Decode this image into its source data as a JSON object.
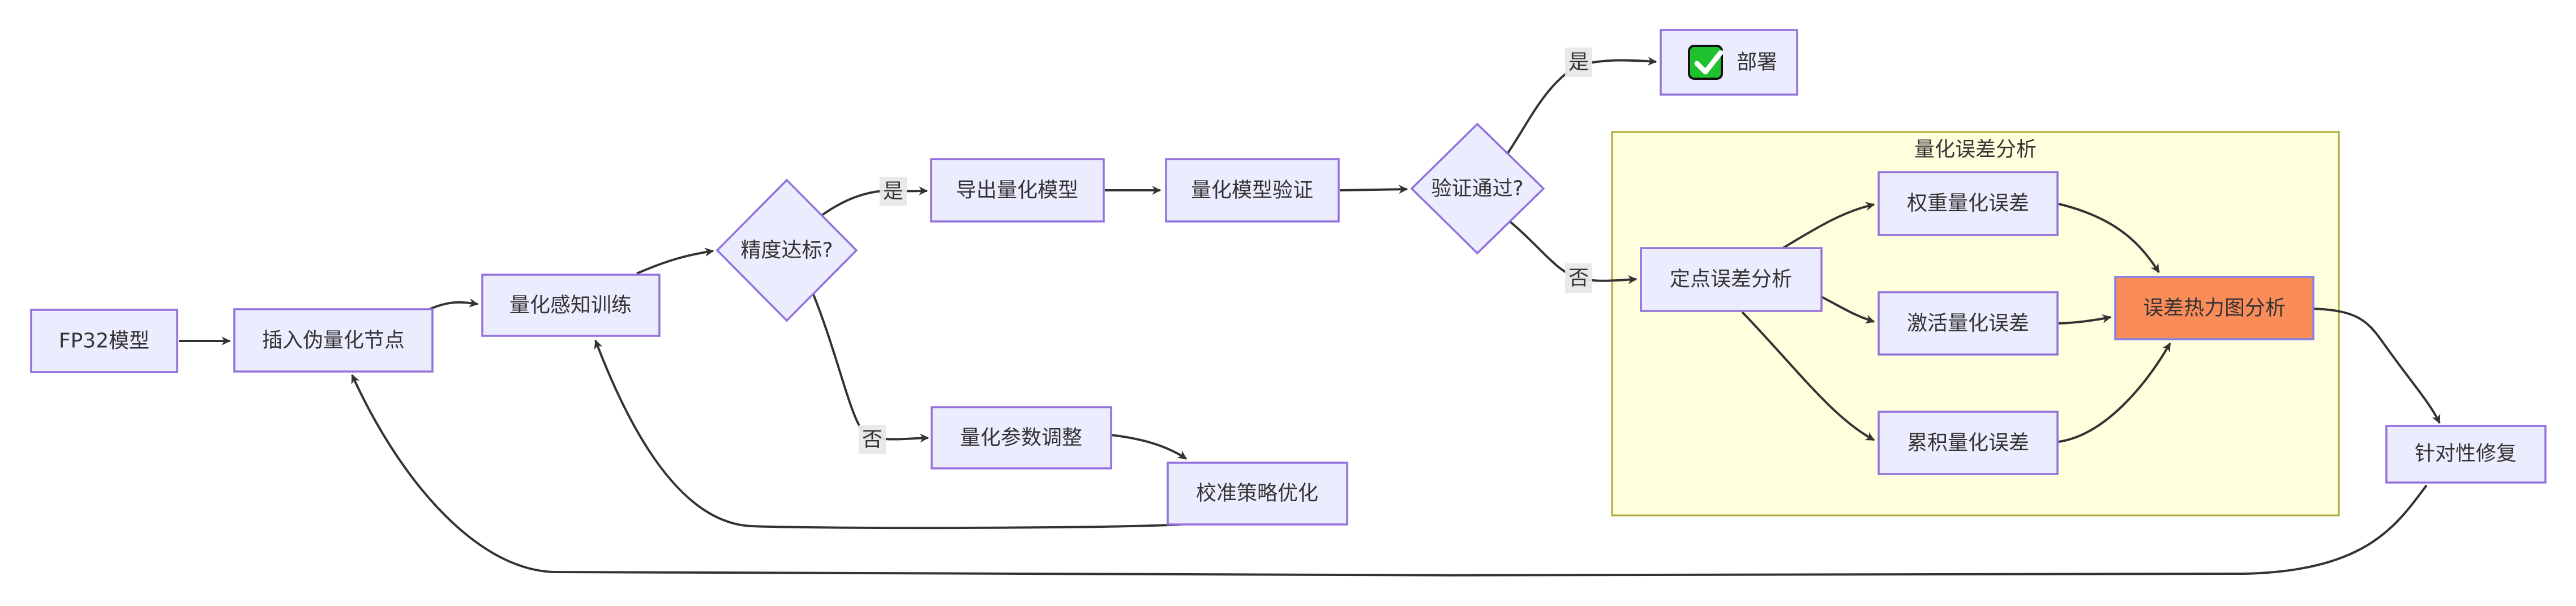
{
  "diagram": {
    "type": "flowchart",
    "direction": "left-to-right",
    "nodes": {
      "fp32": {
        "label": "FP32模型",
        "shape": "rect"
      },
      "insert_fake_quant": {
        "label": "插入伪量化节点",
        "shape": "rect"
      },
      "qat": {
        "label": "量化感知训练",
        "shape": "rect"
      },
      "accuracy_check": {
        "label": "精度达标?",
        "shape": "diamond"
      },
      "export_model": {
        "label": "导出量化模型",
        "shape": "rect"
      },
      "validate_model": {
        "label": "量化模型验证",
        "shape": "rect"
      },
      "validation_check": {
        "label": "验证通过?",
        "shape": "diamond"
      },
      "deploy": {
        "label": "部署",
        "icon": "white-check-mark-emoji",
        "shape": "rect"
      },
      "param_adjust": {
        "label": "量化参数调整",
        "shape": "rect"
      },
      "calib_opt": {
        "label": "校准策略优化",
        "shape": "rect"
      },
      "fixed_point_analysis": {
        "label": "定点误差分析",
        "shape": "rect"
      },
      "weight_error": {
        "label": "权重量化误差",
        "shape": "rect"
      },
      "activation_error": {
        "label": "激活量化误差",
        "shape": "rect"
      },
      "accumulated_error": {
        "label": "累积量化误差",
        "shape": "rect"
      },
      "heatmap_analysis": {
        "label": "误差热力图分析",
        "shape": "rect",
        "highlighted": true
      },
      "targeted_fix": {
        "label": "针对性修复",
        "shape": "rect"
      }
    },
    "subgraph": {
      "title": "量化误差分析"
    },
    "edge_labels": {
      "accuracy_yes": "是",
      "accuracy_no": "否",
      "validation_yes": "是",
      "validation_no": "否"
    },
    "colors": {
      "node_fill": "#ECECFF",
      "node_border": "#9370DB",
      "subgraph_fill": "#FFFFDE",
      "subgraph_border": "#AAAA33",
      "highlight_fill": "#FA8C5A",
      "highlight_border": "#8282E6",
      "edge": "#333333",
      "label_bg": "#E8E8E8",
      "text": "#333333",
      "check_green": "#1FC12F",
      "background": "#FFFFFF"
    }
  }
}
